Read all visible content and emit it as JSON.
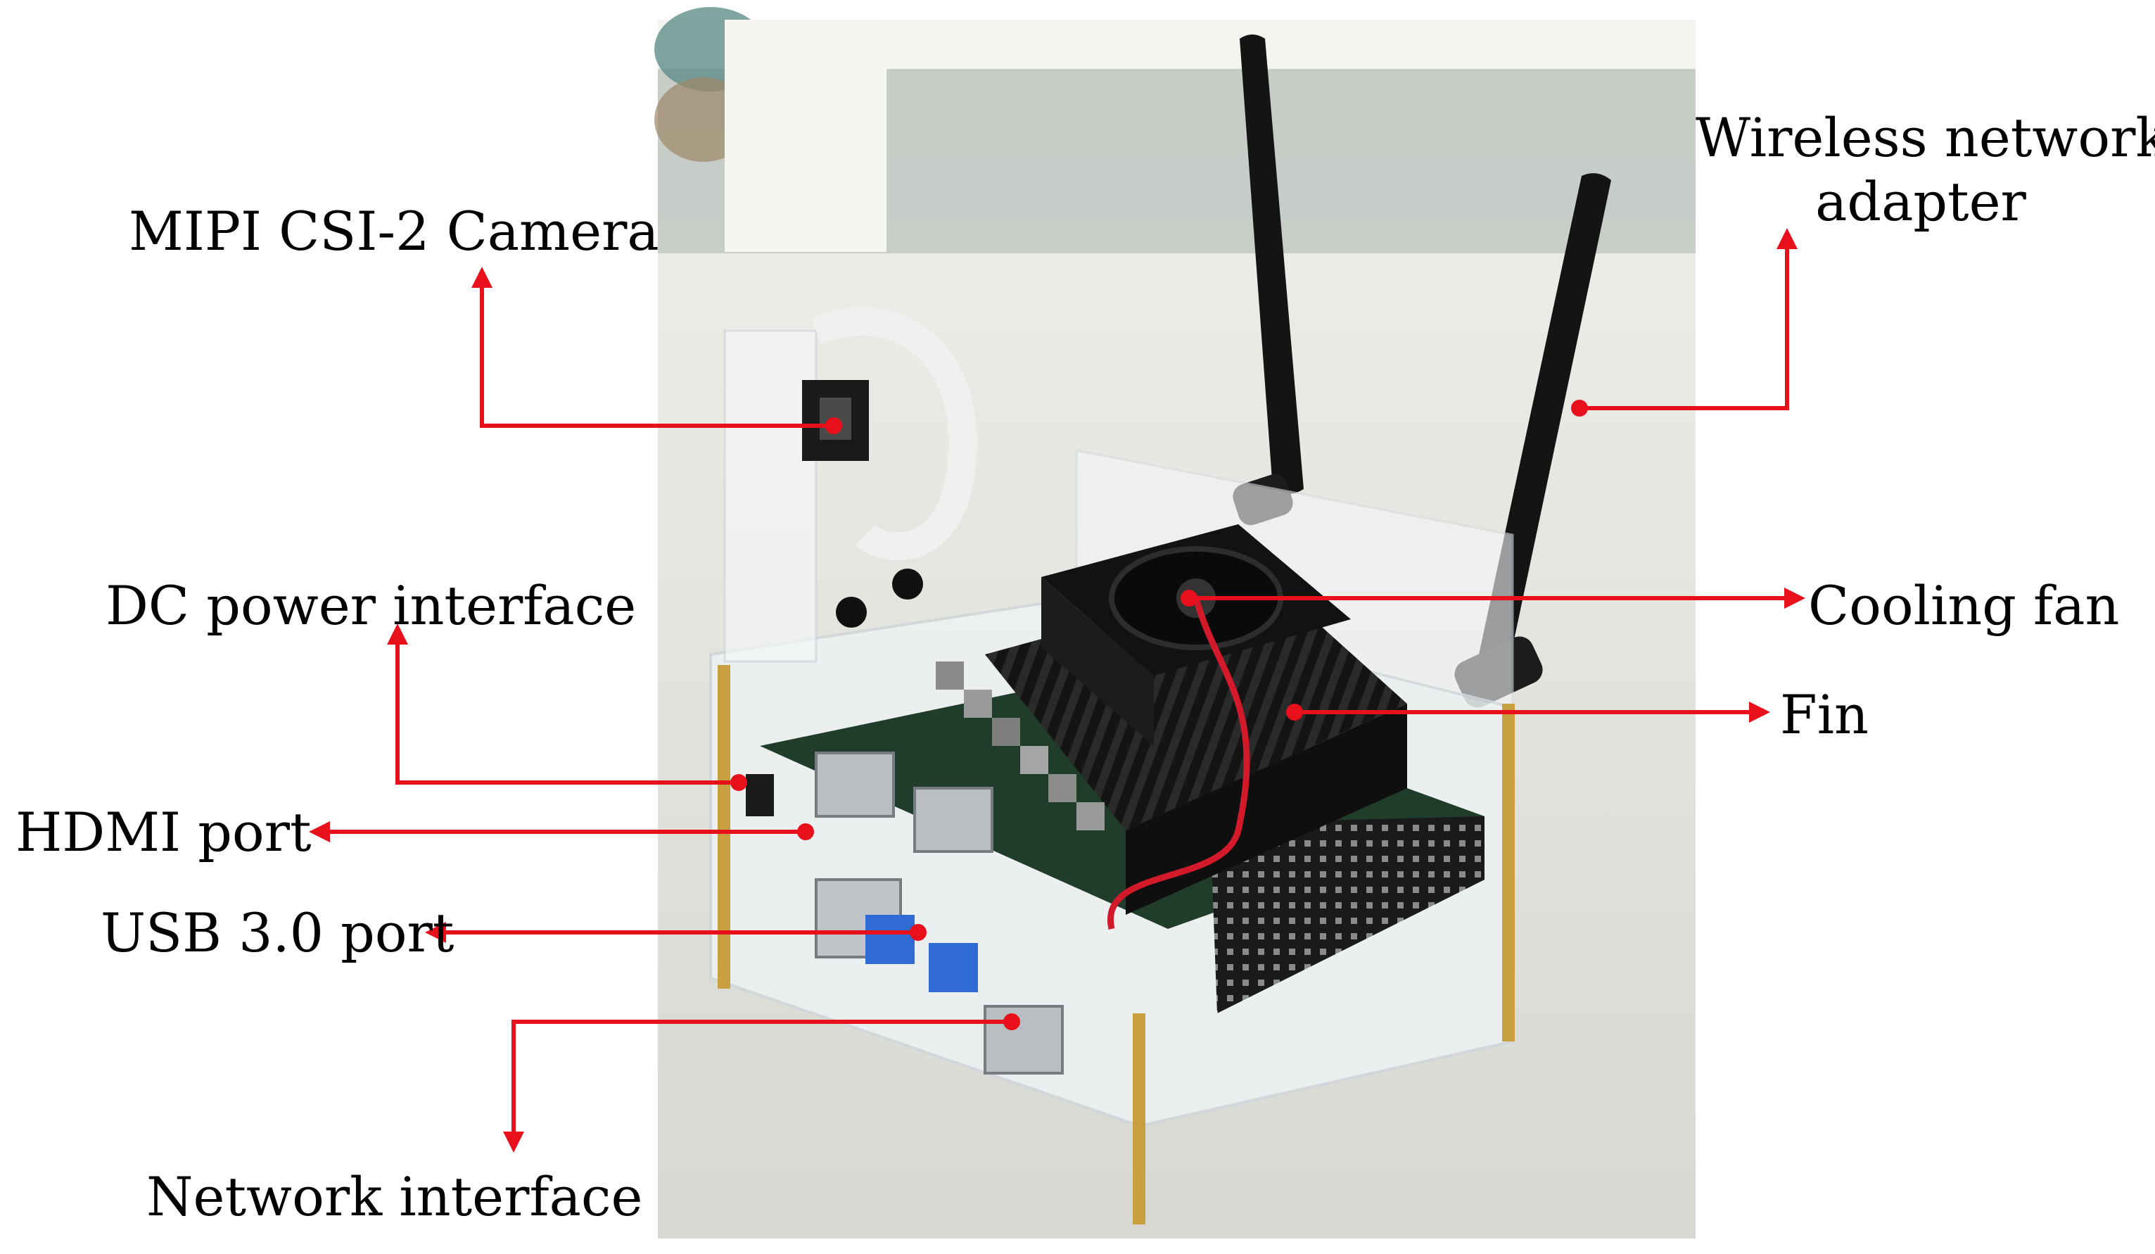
{
  "colors": {
    "background": "#ffffff",
    "text": "#000000",
    "arrow": "#e8101a",
    "wall": "#dcdcd6",
    "table": "#e6e6e0",
    "board": "#1f4a2a",
    "heatsink": "#151515",
    "acrylic": "#eef2f4",
    "brass": "#c8a040"
  },
  "callouts": {
    "camera": "MIPI CSI-2 Camera",
    "wireless_line1": "Wireless network",
    "wireless_line2": "adapter",
    "dc_power": "DC power interface",
    "cooling_fan": "Cooling fan",
    "fin": "Fin",
    "hdmi": "HDMI port",
    "usb": "USB 3.0 port",
    "network": "Network interface"
  }
}
